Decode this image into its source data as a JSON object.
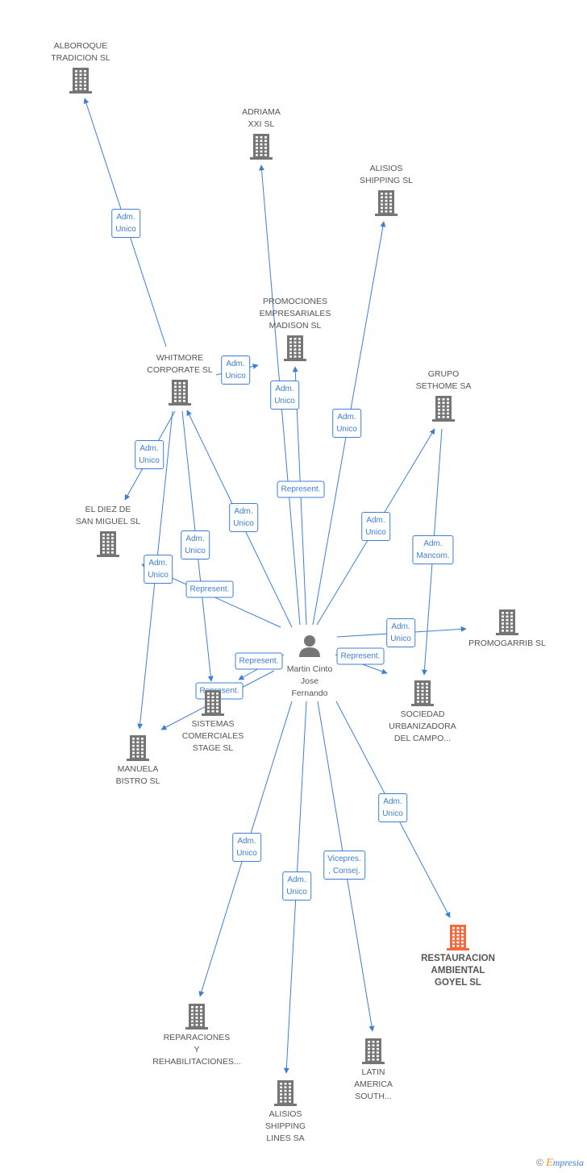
{
  "center": {
    "name": "Martin Cinto\nJose\nFernando"
  },
  "nodes": [
    {
      "id": "alboroque",
      "label": "ALBOROQUE\nTRADICION  SL"
    },
    {
      "id": "adriama",
      "label": "ADRIAMA\nXXI SL"
    },
    {
      "id": "alisios_ship",
      "label": "ALISIOS\nSHIPPING SL"
    },
    {
      "id": "promociones",
      "label": "PROMOCIONES\nEMPRESARIALES\nMADISON SL"
    },
    {
      "id": "whitmore",
      "label": "WHITMORE\nCORPORATE SL"
    },
    {
      "id": "grupo",
      "label": "GRUPO\nSETHOME SA"
    },
    {
      "id": "eldiez",
      "label": "EL DIEZ DE\nSAN MIGUEL SL"
    },
    {
      "id": "promogarrib",
      "label": "PROMOGARRIB SL"
    },
    {
      "id": "sociedad",
      "label": "SOCIEDAD\nURBANIZADORA\nDEL CAMPO..."
    },
    {
      "id": "sistemas",
      "label": "SISTEMAS\nCOMERCIALES\nSTAGE SL"
    },
    {
      "id": "manuela",
      "label": "MANUELA\nBISTRO  SL"
    },
    {
      "id": "restauracion",
      "label": "RESTAURACION\nAMBIENTAL\nGOYEL SL",
      "focus": true
    },
    {
      "id": "reparaciones",
      "label": "REPARACIONES\nY\nREHABILITACIONES..."
    },
    {
      "id": "latin",
      "label": "LATIN\nAMERICA\nSOUTH..."
    },
    {
      "id": "alisios_lines",
      "label": "ALISIOS\nSHIPPING\nLINES SA"
    }
  ],
  "edges": [
    {
      "label": "Adm.\nUnico"
    },
    {
      "label": "Adm.\nUnico"
    },
    {
      "label": "Adm.\nUnico"
    },
    {
      "label": "Adm.\nUnico"
    },
    {
      "label": "Represent."
    },
    {
      "label": "Adm.\nUnico"
    },
    {
      "label": "Adm.\nUnico"
    },
    {
      "label": "Adm.\nUnico"
    },
    {
      "label": "Adm.\nMancom."
    },
    {
      "label": "Adm.\nUnico"
    },
    {
      "label": "Adm.\nUnico"
    },
    {
      "label": "Represent."
    },
    {
      "label": "Represent."
    },
    {
      "label": "Adm.\nUnico"
    },
    {
      "label": "Represent."
    },
    {
      "label": "Represent."
    },
    {
      "label": "Adm.\nUnico"
    },
    {
      "label": "Adm.\nUnico"
    },
    {
      "label": "Adm.\nUnico"
    },
    {
      "label": "Vicepres.\n, Consej."
    },
    {
      "label": "Adm.\nUnico"
    }
  ],
  "colors": {
    "edge": "#3d7fd8",
    "building": "#757575",
    "focus_building": "#f26a3d"
  },
  "watermark": {
    "symbol": "©",
    "brand_initial": "E",
    "brand_rest": "mpresia"
  }
}
